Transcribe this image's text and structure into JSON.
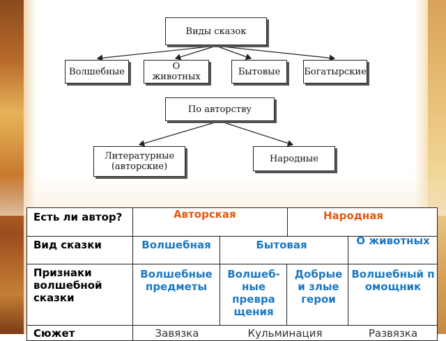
{
  "diagram1": {
    "root": "Виды сказок",
    "children": [
      "Волшебные",
      "О животных",
      "Бытовые",
      "Богатырские"
    ]
  },
  "diagram2": {
    "root": "По авторству",
    "children": [
      "Литературные (авторские)",
      "Народные"
    ]
  },
  "table": {
    "row_author_label": "Есть ли автор?",
    "author_values": [
      "Авторская",
      "Народная"
    ],
    "row_kind_label": "Вид сказки",
    "kind_values": [
      "Волшебная",
      "Бытовая",
      "О животных"
    ],
    "row_signs_label": "Признаки волшебной сказки",
    "sign_values": [
      "Волшебные предметы",
      "Волшеб-ные превра щения",
      "Добрые и злые герои",
      "Волшебный помощник"
    ],
    "row_plot_label": "Сюжет",
    "plot_values": [
      "Завязка",
      "Кульминация",
      "Развязка"
    ]
  }
}
